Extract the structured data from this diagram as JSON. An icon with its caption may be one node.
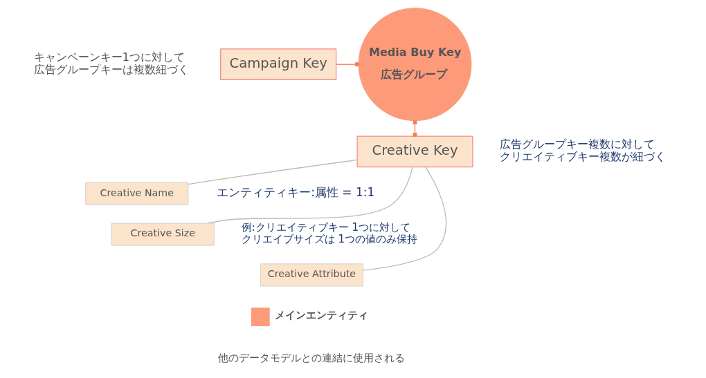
{
  "diagram": {
    "nodes": [
      {
        "text": [
          "Campaign Key"
        ]
      },
      {
        "text": [
          "Media Buy Key",
          "広告グループ"
        ]
      },
      {
        "text": [
          "Creative Key"
        ]
      },
      {
        "text": [
          "Creative Name"
        ]
      },
      {
        "text": [
          "Creative Size"
        ]
      },
      {
        "text": [
          "Creative Attribute"
        ]
      }
    ],
    "edges": [
      {
        "from": 0,
        "to": 1,
        "arrow": "other",
        "color": "#f47b55"
      },
      {
        "from": 1,
        "to": 2,
        "arrow": "other",
        "color": "#f47b55"
      },
      {
        "from": 2,
        "to": 3,
        "arrow": "none"
      },
      {
        "from": 2,
        "to": 4,
        "arrow": "none"
      },
      {
        "from": 2,
        "to": 5,
        "arrow": "none"
      }
    ],
    "labels": [
      "キャンペーンキー1つに対して広告グループキーは複数紐づく",
      "広告グループキー複数に対してクリエイティブキー複数が紐づく",
      "エンティティキー:属性 = 1:1",
      "例:クリエイティブキー 1つに対してクリエイブサイズは 1つの値のみ保持",
      "他のデータモデルとの連結に使用される"
    ],
    "legend": [
      {
        "text": "メインエンティティ",
        "color": "#fc9a7a"
      }
    ]
  }
}
